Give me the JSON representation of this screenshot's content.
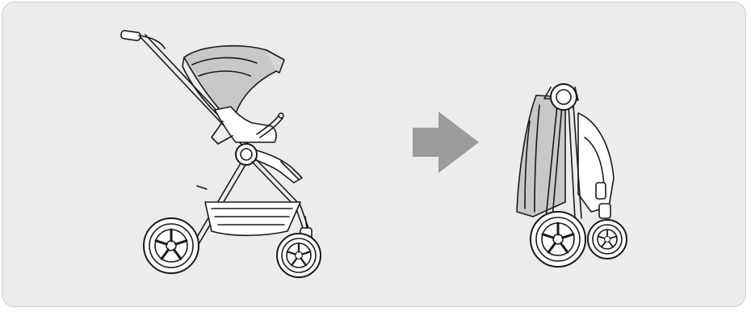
{
  "figure": {
    "subjects": [
      "unfolded-stroller",
      "folded-stroller"
    ],
    "transition": "fold",
    "colors": {
      "panel_background": "#ececec",
      "panel_border": "#cfcfcf",
      "line_art": "#1a1a1a",
      "canopy_fill": "#c8c8c8",
      "arrow": "#9b9b9b"
    }
  }
}
